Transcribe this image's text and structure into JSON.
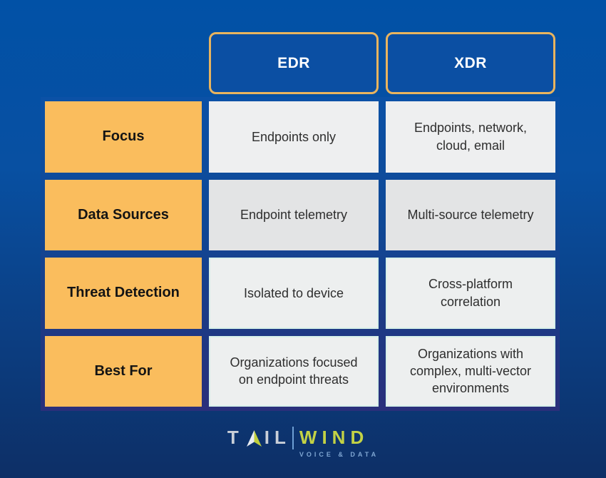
{
  "table": {
    "columns": [
      {
        "label": "EDR"
      },
      {
        "label": "XDR"
      }
    ],
    "rows": [
      {
        "label": "Focus",
        "edr": "Endpoints only",
        "xdr": "Endpoints, network,\ncloud, email"
      },
      {
        "label": "Data Sources",
        "edr": "Endpoint telemetry",
        "xdr": "Multi-source telemetry"
      },
      {
        "label": "Threat Detection",
        "edr": "Isolated to device",
        "xdr": "Cross-platform\ncorrelation"
      },
      {
        "label": "Best For",
        "edr": "Organizations focused\non endpoint threats",
        "xdr": "Organizations with\ncomplex, multi-vector\nenvironments"
      }
    ]
  },
  "logo": {
    "tail_pre": "T",
    "tail_post": "IL",
    "wind": "WIND",
    "tagline": "VOICE & DATA"
  },
  "colors": {
    "background_top": "#0151A6",
    "background_bottom": "#0D2F66",
    "header_border_gold": "#E9B45E",
    "header_fill_blue": "#0B4FA3",
    "label_cell_orange": "#FABD5D",
    "data_cell_gray": "#EEEFF0",
    "grid_gap_indigo": "#2A2F7B",
    "logo_tail_silver": "#C9CFD8",
    "logo_wind_citron": "#C3D245",
    "logo_tagline_blue": "#7FA6D2"
  }
}
